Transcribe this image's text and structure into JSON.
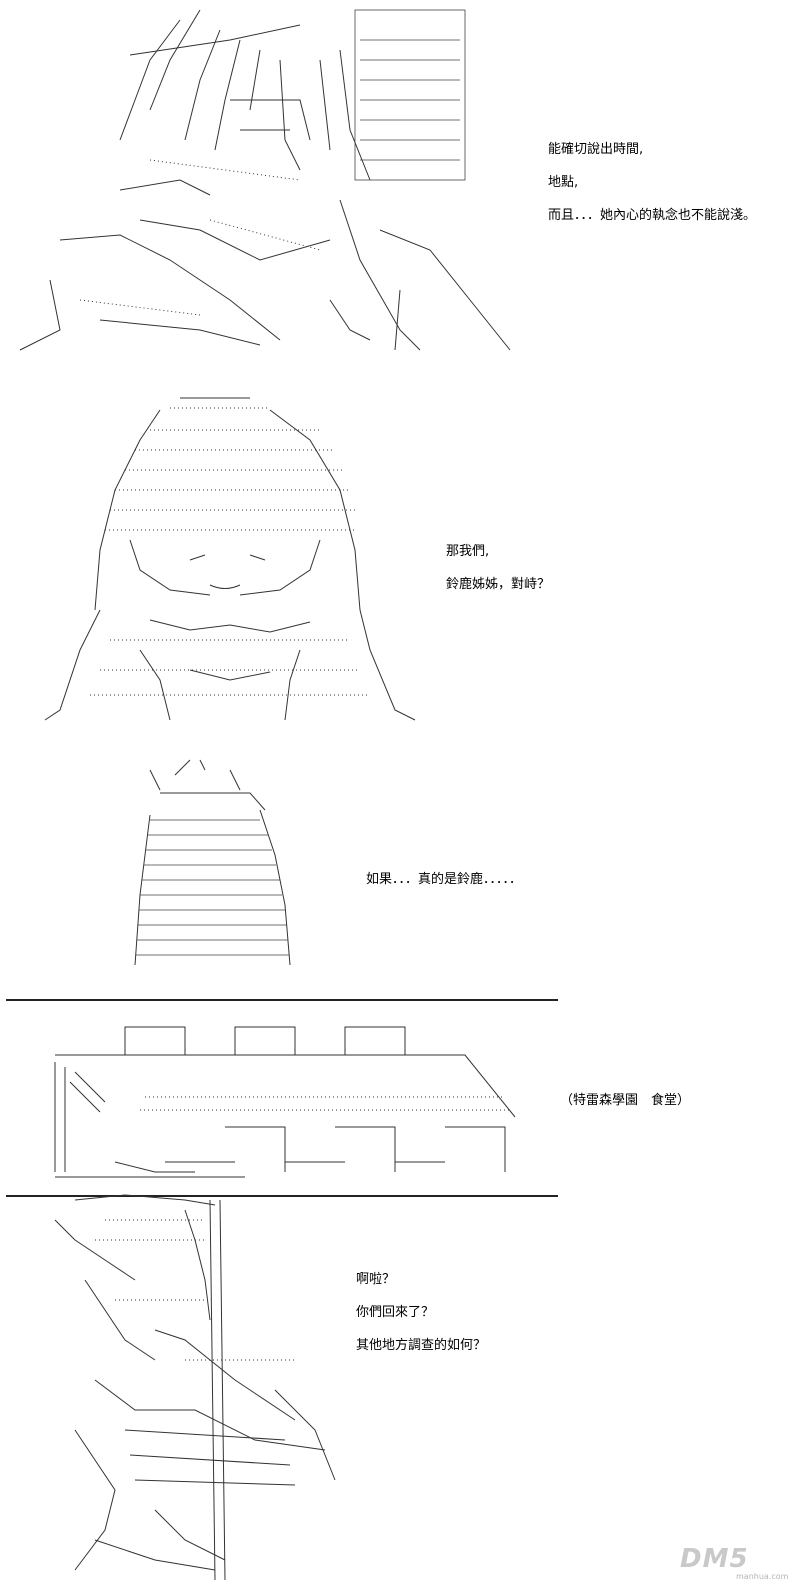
{
  "panel1": {
    "lines": [
      "能確切說出時間,",
      "地點,",
      "而且．．．她內心的執念也不能說淺。"
    ]
  },
  "panel2": {
    "lines": [
      "那我們,",
      "鈴鹿姊姊，對峙？"
    ]
  },
  "panel3": {
    "lines": [
      "如果．．．真的是鈴鹿．．．．．"
    ]
  },
  "panel4": {
    "caption": "（特雷森學園　食堂）"
  },
  "panel5": {
    "lines": [
      "啊啦？",
      "你們回來了？",
      "其他地方調查的如何？"
    ]
  },
  "watermark": {
    "logo": "DM5",
    "sub": "manhua.com"
  }
}
